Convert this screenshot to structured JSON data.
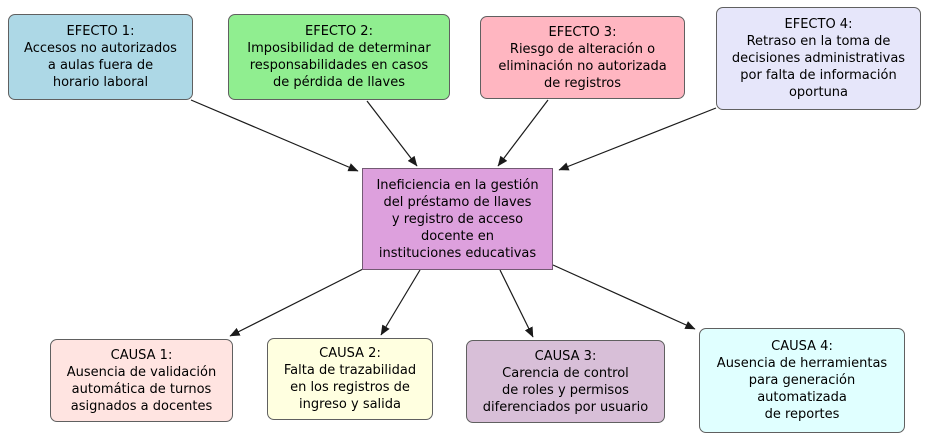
{
  "diagram": {
    "background_color": "#ffffff",
    "edge_color": "#1a1a1a",
    "node_border_color": "#606060",
    "center_node_border_color": "#735a73",
    "center_node": {
      "text": "Ineficiencia en la gestión\ndel préstamo de llaves\ny registro de acceso\ndocente en\ninstituciones educativas",
      "fill": "#DDA0DD"
    },
    "effects": [
      {
        "title": "EFECTO 1:",
        "body": "Accesos no autorizados\na aulas fuera de\nhorario laboral",
        "fill": "#ADD8E6"
      },
      {
        "title": "EFECTO 2:",
        "body": "Imposibilidad de determinar\nresponsabilidades en casos\nde pérdida de llaves",
        "fill": "#90EE90"
      },
      {
        "title": "EFECTO 3:",
        "body": "Riesgo de alteración o\neliminación no autorizada\nde registros",
        "fill": "#FFB6C1"
      },
      {
        "title": "EFECTO 4:",
        "body": "Retraso en la toma de\ndecisiones administrativas\npor falta de información\noportuna",
        "fill": "#E6E6FA"
      }
    ],
    "causes": [
      {
        "title": "CAUSA 1:",
        "body": "Ausencia de validación\nautomática de turnos\nasignados a docentes",
        "fill": "#FFE4E1"
      },
      {
        "title": "CAUSA 2:",
        "body": "Falta de trazabilidad\nen los registros de\ningreso y salida",
        "fill": "#FFFFE0"
      },
      {
        "title": "CAUSA 3:",
        "body": "Carencia de control\nde roles y permisos\ndiferenciados por usuario",
        "fill": "#D8BFD8"
      },
      {
        "title": "CAUSA 4:",
        "body": "Ausencia de herramientas\npara generación\nautomatizada\nde reportes",
        "fill": "#E0FFFF"
      }
    ],
    "edges": [
      {
        "from": "effect-1",
        "to": "center"
      },
      {
        "from": "effect-2",
        "to": "center"
      },
      {
        "from": "effect-3",
        "to": "center"
      },
      {
        "from": "effect-4",
        "to": "center"
      },
      {
        "from": "center",
        "to": "cause-1"
      },
      {
        "from": "center",
        "to": "cause-2"
      },
      {
        "from": "center",
        "to": "cause-3"
      },
      {
        "from": "center",
        "to": "cause-4"
      }
    ]
  }
}
